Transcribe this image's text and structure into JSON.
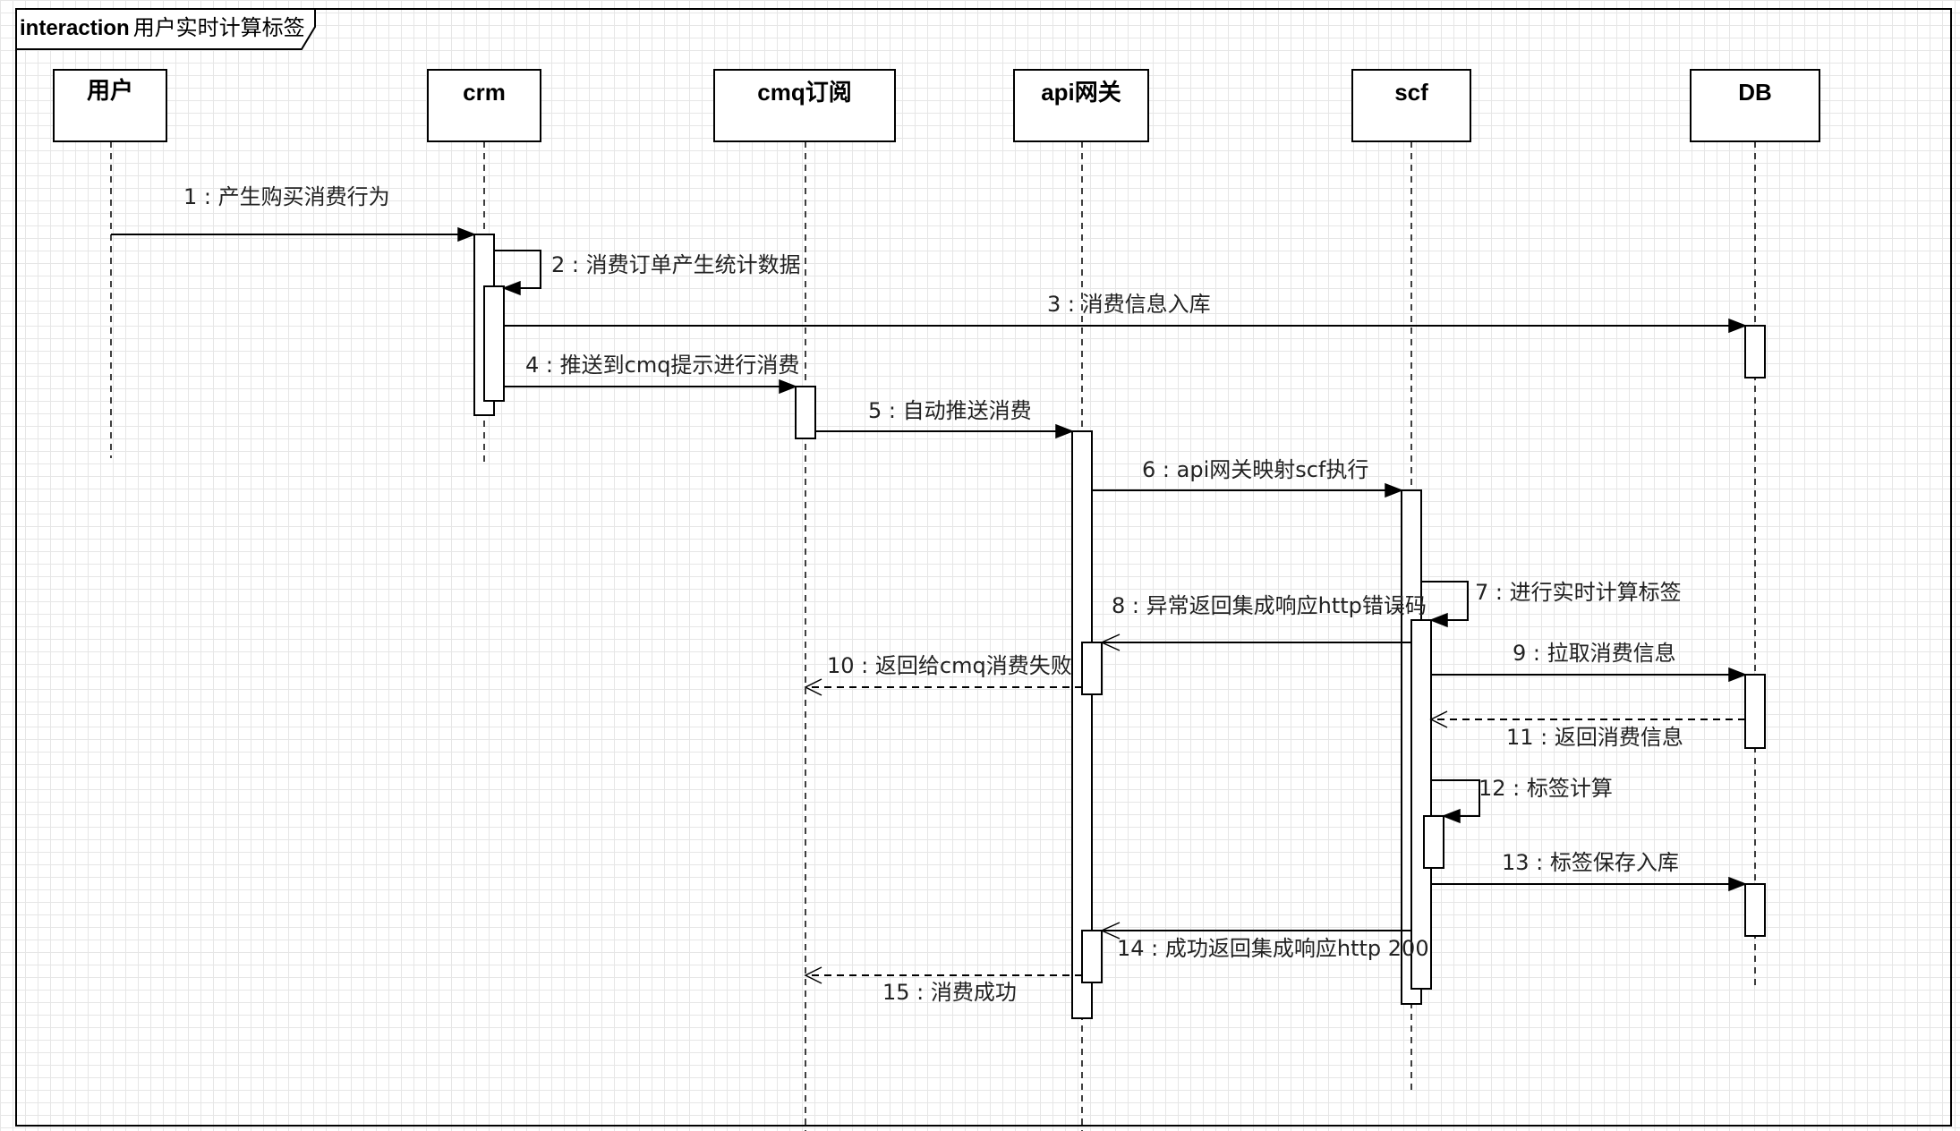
{
  "frame": {
    "keyword": "interaction",
    "title": "用户实时计算标签"
  },
  "participants": [
    {
      "id": "user",
      "label": "用户"
    },
    {
      "id": "crm",
      "label": "crm"
    },
    {
      "id": "cmq",
      "label": "cmq订阅"
    },
    {
      "id": "api",
      "label": "api网关"
    },
    {
      "id": "scf",
      "label": "scf"
    },
    {
      "id": "db",
      "label": "DB"
    }
  ],
  "messages": [
    {
      "num": "1",
      "text": "产生购买消费行为",
      "from": "user",
      "to": "crm",
      "kind": "sync"
    },
    {
      "num": "2",
      "text": "消费订单产生统计数据",
      "from": "crm",
      "to": "crm",
      "kind": "self"
    },
    {
      "num": "3",
      "text": "消费信息入库",
      "from": "crm",
      "to": "db",
      "kind": "sync"
    },
    {
      "num": "4",
      "text": "推送到cmq提示进行消费",
      "from": "crm",
      "to": "cmq",
      "kind": "sync"
    },
    {
      "num": "5",
      "text": "自动推送消费",
      "from": "cmq",
      "to": "api",
      "kind": "sync"
    },
    {
      "num": "6",
      "text": "api网关映射scf执行",
      "from": "api",
      "to": "scf",
      "kind": "sync"
    },
    {
      "num": "7",
      "text": "进行实时计算标签",
      "from": "scf",
      "to": "scf",
      "kind": "self"
    },
    {
      "num": "8",
      "text": "异常返回集成响应http错误码",
      "from": "scf",
      "to": "api",
      "kind": "sync"
    },
    {
      "num": "9",
      "text": "拉取消费信息",
      "from": "scf",
      "to": "db",
      "kind": "sync"
    },
    {
      "num": "10",
      "text": "返回给cmq消费失败",
      "from": "api",
      "to": "cmq",
      "kind": "return"
    },
    {
      "num": "11",
      "text": "返回消费信息",
      "from": "db",
      "to": "scf",
      "kind": "return"
    },
    {
      "num": "12",
      "text": "标签计算",
      "from": "scf",
      "to": "scf",
      "kind": "self"
    },
    {
      "num": "13",
      "text": "标签保存入库",
      "from": "scf",
      "to": "db",
      "kind": "sync"
    },
    {
      "num": "14",
      "text": "成功返回集成响应http 200",
      "from": "scf",
      "to": "api",
      "kind": "sync"
    },
    {
      "num": "15",
      "text": "消费成功",
      "from": "api",
      "to": "cmq",
      "kind": "return"
    }
  ]
}
